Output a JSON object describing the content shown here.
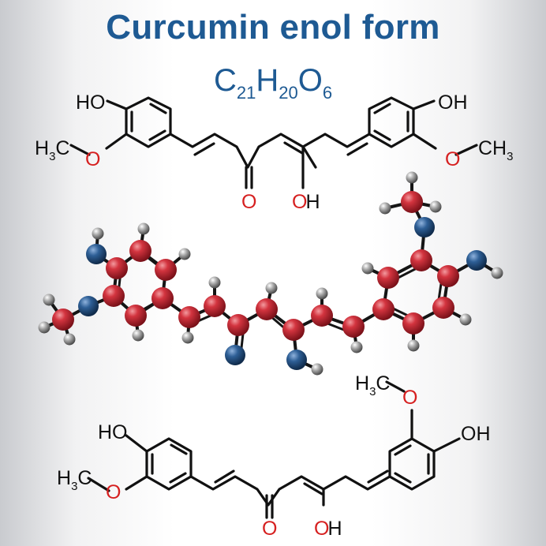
{
  "title": "Curcumin enol form",
  "formula": {
    "c": "C",
    "c_n": "21",
    "h": "H",
    "h_n": "20",
    "o": "O",
    "o_n": "6"
  },
  "labels": {
    "ho": "HO",
    "oh": "OH",
    "o": "O",
    "h3c": "H",
    "h3c_n": "3",
    "h3c_c": "C",
    "ch3_c": "CH",
    "ch3_n": "3"
  },
  "colors": {
    "title": "#1e5a93",
    "carbon": "#c62b36",
    "oxygen": "#2e5f96",
    "hydrogen": "#8d8d8d",
    "oxygen_label": "#d62020"
  }
}
